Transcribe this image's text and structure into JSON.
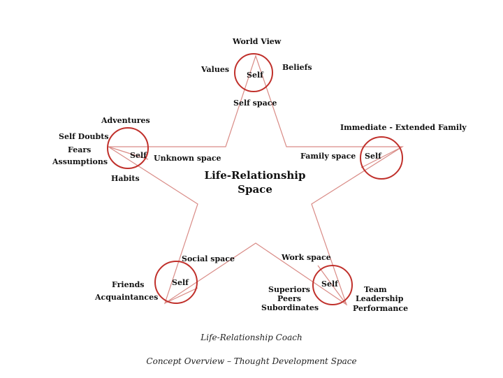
{
  "colors": {
    "star_line": "#d98b86",
    "circle": "#c0302b",
    "text": "#111111"
  },
  "center": {
    "line1": "Life-Relationship",
    "line2": "Space"
  },
  "nodes": {
    "top": {
      "self": "Self",
      "space": "Self space",
      "labels": [
        "World View",
        "Values",
        "Beliefs"
      ]
    },
    "left": {
      "self": "Self",
      "space": "Unknown space",
      "labels": [
        "Adventures",
        "Self Doubts",
        "Fears",
        "Assumptions",
        "Habits"
      ]
    },
    "right": {
      "self": "Self",
      "space": "Family space",
      "labels": [
        "Immediate - Extended Family"
      ]
    },
    "bottom_left": {
      "self": "Self",
      "space": "Social space",
      "labels": [
        "Friends",
        "Acquaintances"
      ]
    },
    "bottom_right": {
      "self": "Self",
      "space": "Work space",
      "labels": [
        "Superiors",
        "Peers",
        "Subordinates",
        "Team",
        "Leadership",
        "Performance"
      ]
    }
  },
  "captions": {
    "line1": "Life-Relationship Coach",
    "line2": "Concept Overview – Thought Development Space"
  }
}
